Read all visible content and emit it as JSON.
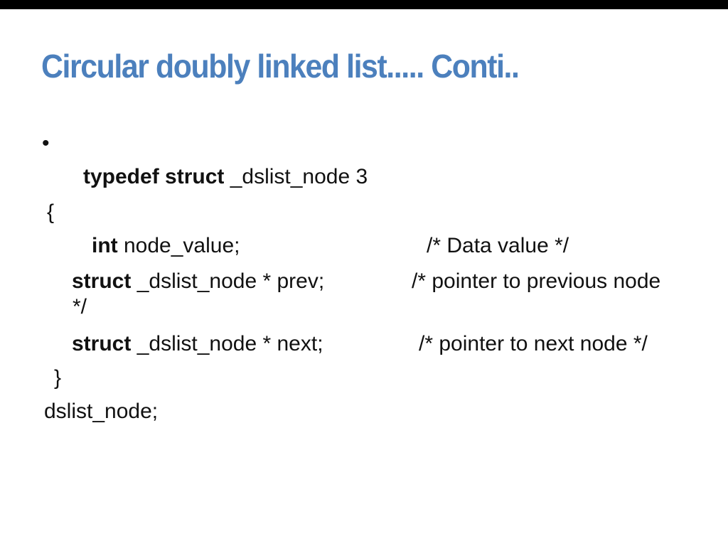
{
  "slide": {
    "title": "Circular doubly linked list..... Conti..",
    "bullet": "•",
    "code": {
      "typedef_line": {
        "keyword": "typedef struct",
        "rest": " _dslist_node 3"
      },
      "open_brace": "{",
      "int_line": {
        "keyword": "int",
        "rest": " node_value;",
        "comment": "/* Data value */"
      },
      "prev_line": {
        "keyword": "struct",
        "rest": " _dslist_node * prev;",
        "comment": "/* pointer to previous node"
      },
      "prev_comment_wrap": "*/",
      "next_line": {
        "keyword": "struct",
        "rest": " _dslist_node * next;",
        "comment": "/* pointer to next node */"
      },
      "close_brace": "}",
      "footer": "dslist_node;"
    }
  },
  "colors": {
    "background": "#ffffff",
    "top_bar": "#000000",
    "title": "#4c80bd",
    "text": "#111111"
  }
}
